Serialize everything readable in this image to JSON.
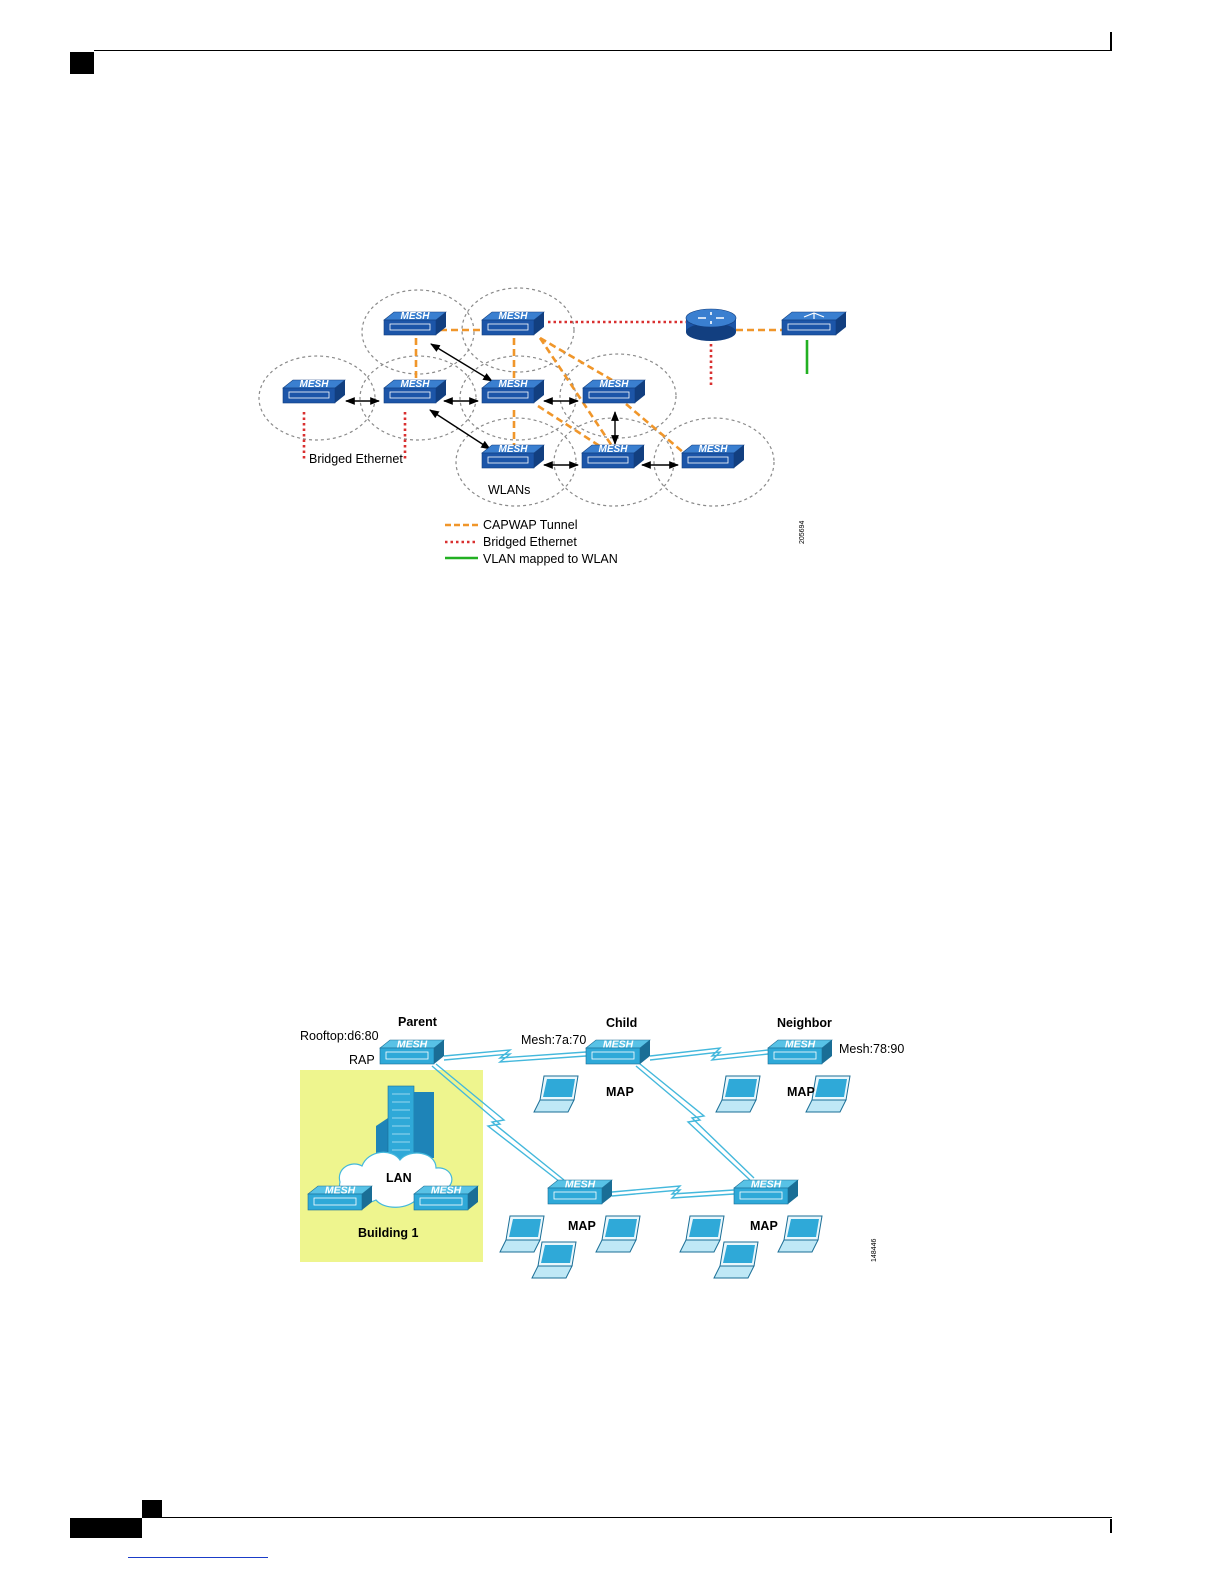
{
  "figure1": {
    "device_label": "MESH",
    "labels": {
      "bridged_ethernet": "Bridged Ethernet",
      "wlans": "WLANs"
    },
    "legend": {
      "capwap": "CAPWAP Tunnel",
      "bridged": "Bridged Ethernet",
      "vlan": "VLAN mapped to WLAN"
    },
    "figure_id": "205694",
    "colors": {
      "capwap": "#f0962a",
      "bridged": "#d93030",
      "vlan": "#22b022",
      "device_top": "#3a7fd0",
      "device_front": "#1c55a8"
    }
  },
  "figure2": {
    "device_label": "MESH",
    "labels": {
      "parent": "Parent",
      "child": "Child",
      "neighbor": "Neighbor",
      "rooftop": "Rooftop:d6:80",
      "rap": "RAP",
      "mesh_child": "Mesh:7a:70",
      "mesh_neighbor": "Mesh:78:90",
      "map_child": "MAP",
      "map_neighbor": "MAP",
      "map_bottom_left": "MAP",
      "map_bottom_right": "MAP",
      "lan": "LAN",
      "building": "Building 1"
    },
    "figure_id": "148446",
    "colors": {
      "building_area": "#eef58e",
      "device": "#2fa9d8",
      "link": "#44b8dc"
    }
  }
}
